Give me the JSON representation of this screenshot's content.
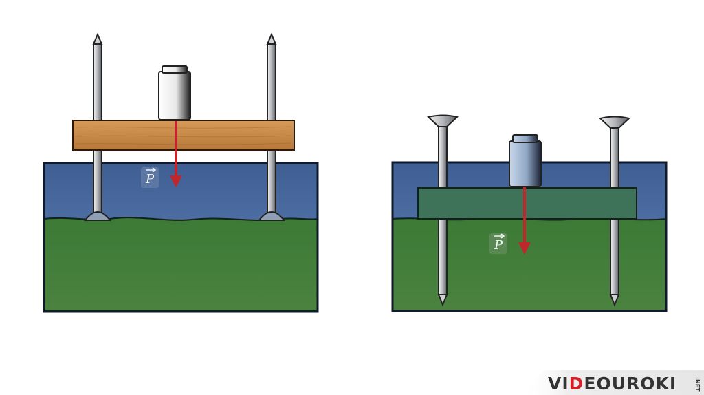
{
  "left_setup": {
    "force_label": "P",
    "force_color": "#c0272d"
  },
  "right_setup": {
    "force_label": "P",
    "force_color": "#c0272d"
  },
  "colors": {
    "water": "#4a6fa5",
    "soil": "#3d7a3a",
    "wood": "#c98c4c",
    "nail": "#a9adb3",
    "outline": "#0f1a2a"
  },
  "logo": {
    "prefix": "VI",
    "accent": "D",
    "suffix": "EOUROKI",
    "tld": ".NET"
  }
}
